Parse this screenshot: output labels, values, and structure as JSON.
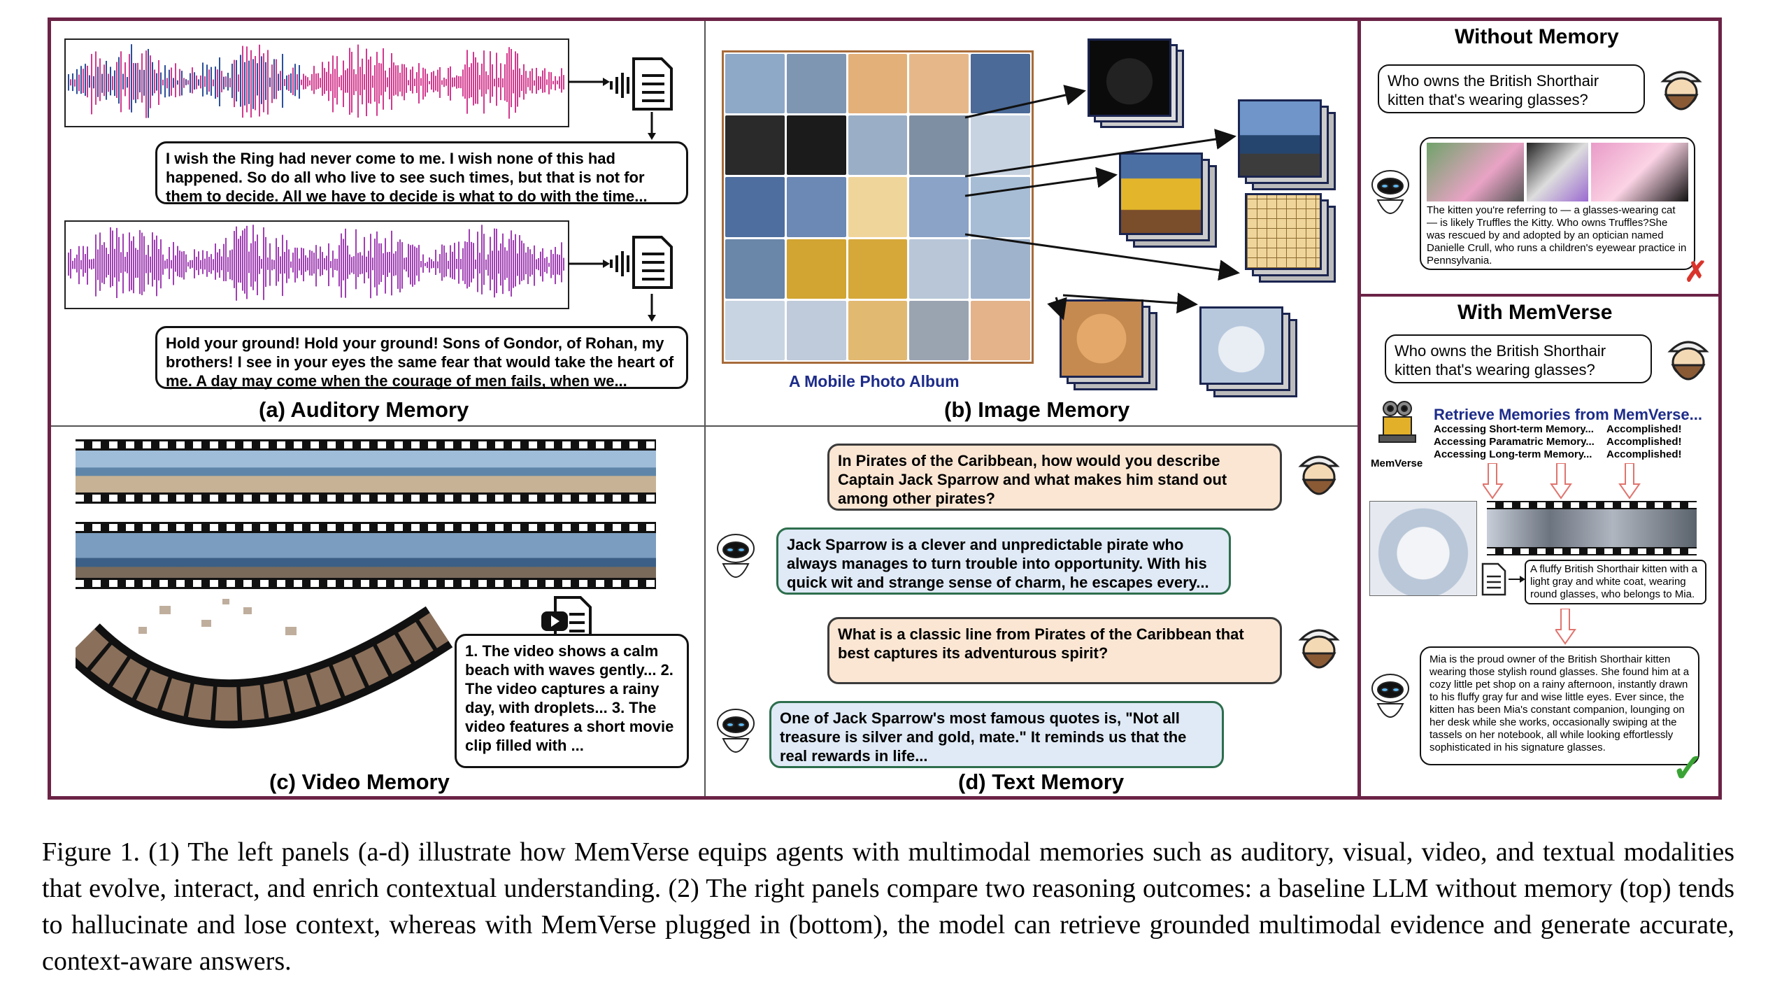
{
  "panels": {
    "auditory": {
      "label": "(a)  Auditory Memory",
      "transcript_1": "I wish the Ring had never come to me. I wish none of this had happened. So do all who live to see such times, but that is not for them to decide. All we have to decide is what to do with the time...",
      "transcript_2": "Hold your ground! Hold your ground! Sons of Gondor, of Rohan, my brothers! I see in your eyes the same fear that would take the heart of me. A day may come when the courage of men fails, when we..."
    },
    "image": {
      "label": "(b)  Image Memory",
      "album_caption": "A Mobile Photo Album"
    },
    "video": {
      "label": "(c)  Video Memory",
      "summary": "1. The video shows a calm beach with waves gently... 2. The video captures a rainy day, with droplets... 3. The video features a short movie clip filled with ..."
    },
    "text": {
      "label": "(d)  Text Memory",
      "q1": "In Pirates of the Caribbean, how would you describe Captain Jack Sparrow and what makes him stand out among other pirates?",
      "a1": "Jack Sparrow is a clever and unpredictable pirate who always manages to turn trouble into opportunity. With his quick wit and strange sense of charm, he escapes every...",
      "q2": "What is a classic line from Pirates of the Caribbean that best captures its adventurous spirit?",
      "a2": "One of Jack Sparrow's most famous quotes is, \"Not all treasure is silver and gold, mate.\" It reminds us that the real rewards in life..."
    }
  },
  "comparison": {
    "without": {
      "title": "Without Memory",
      "question": "Who owns the British Shorthair kitten that's wearing glasses?",
      "answer": "The kitten you're referring to — a glasses-wearing cat — is likely Truffles the Kitty. Who owns Truffles?She was rescued by and adopted by an optician named Danielle Crull, who runs a children's eyewear practice in Pennsylvania.",
      "verdict": "✗"
    },
    "with": {
      "title": "With MemVerse",
      "question": "Who owns the British Shorthair kitten that's wearing glasses?",
      "agent_label": "MemVerse",
      "retrieve_title": "Retrieve Memories from MemVerse...",
      "access": [
        {
          "label": "Accessing Short-term Memory...",
          "status": "Accomplished!"
        },
        {
          "label": "Accessing Paramatric Memory...",
          "status": "Accomplished!"
        },
        {
          "label": "Accessing Long-term Memory...",
          "status": "Accomplished!"
        }
      ],
      "retrieved_text": "A fluffy British Shorthair kitten with a light gray and white coat, wearing round glasses, who belongs to Mia.",
      "answer": "Mia is the proud owner of the British Shorthair kitten wearing those stylish round glasses. She found him at a cozy little pet shop on a rainy afternoon, instantly drawn to his fluffy gray fur and wise little eyes. Ever since, the kitten has been Mia's constant companion, lounging on her desk while she works, occasionally swiping at the tassels on her notebook, all while looking effortlessly sophisticated in his signature glasses.",
      "verdict": "✓"
    }
  },
  "caption": "Figure 1.   (1) The left panels (a-d) illustrate how MemVerse equips agents with multimodal memories such as auditory, visual, video, and textual modalities that evolve, interact, and enrich contextual understanding.  (2) The right panels compare two reasoning outcomes: a baseline LLM without memory (top) tends to hallucinate and lose context, whereas with MemVerse plugged in (bottom), the model can retrieve grounded multimodal evidence and generate accurate, context-aware answers.",
  "colors": {
    "frame": "#6b2346",
    "wave_blue": "#2b4f9a",
    "wave_pink": "#d2398e",
    "wave_purple": "#a03fb3",
    "question_fill": "#fbe6d3",
    "answer_fill": "#dfeaf6",
    "retrieve_title": "#1d2c8a",
    "cross": "#d9342b",
    "check": "#3aa335"
  },
  "icons": [
    "document-audio-icon",
    "document-video-icon",
    "robot-agent-icon",
    "user-avatar-icon",
    "document-icon",
    "cross-icon",
    "check-icon"
  ]
}
